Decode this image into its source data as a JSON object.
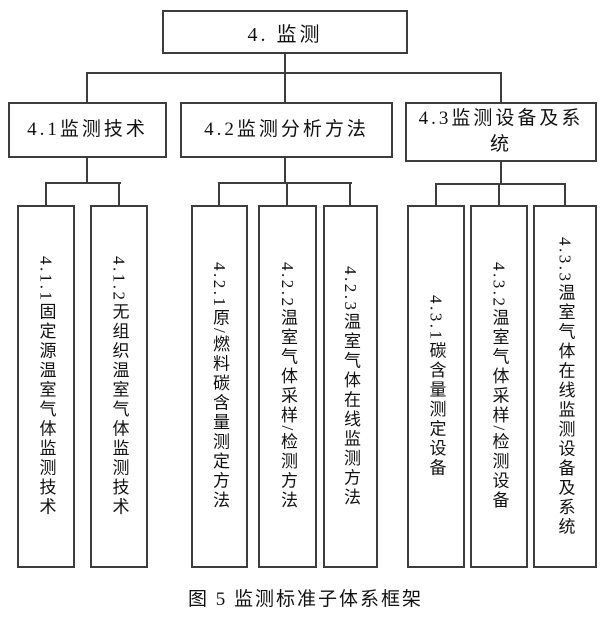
{
  "tree": {
    "root": {
      "label": "4. 监测"
    },
    "level2": [
      {
        "label": "4.1监测技术"
      },
      {
        "label": "4.2监测分析方法"
      },
      {
        "label": "4.3监测设备及系统"
      }
    ],
    "leaves": [
      {
        "parent": "4.1",
        "label": "4.1.1固定源温室气体监测技术"
      },
      {
        "parent": "4.1",
        "label": "4.1.2无组织温室气体监测技术"
      },
      {
        "parent": "4.2",
        "label": "4.2.1原/燃料碳含量测定方法"
      },
      {
        "parent": "4.2",
        "label": "4.2.2温室气体采样/检测方法"
      },
      {
        "parent": "4.2",
        "label": "4.2.3温室气体在线监测方法"
      },
      {
        "parent": "4.3",
        "label": "4.3.1碳含量测定设备"
      },
      {
        "parent": "4.3",
        "label": "4.3.2温室气体采样/检测设备"
      },
      {
        "parent": "4.3",
        "label": "4.3.3温室气体在线监测设备及系统"
      }
    ]
  },
  "caption": "图 5 监测标准子体系框架",
  "colors": {
    "border": "#3d3d3d",
    "connector": "#3d3d3d",
    "text": "#111111",
    "background": "#ffffff"
  }
}
